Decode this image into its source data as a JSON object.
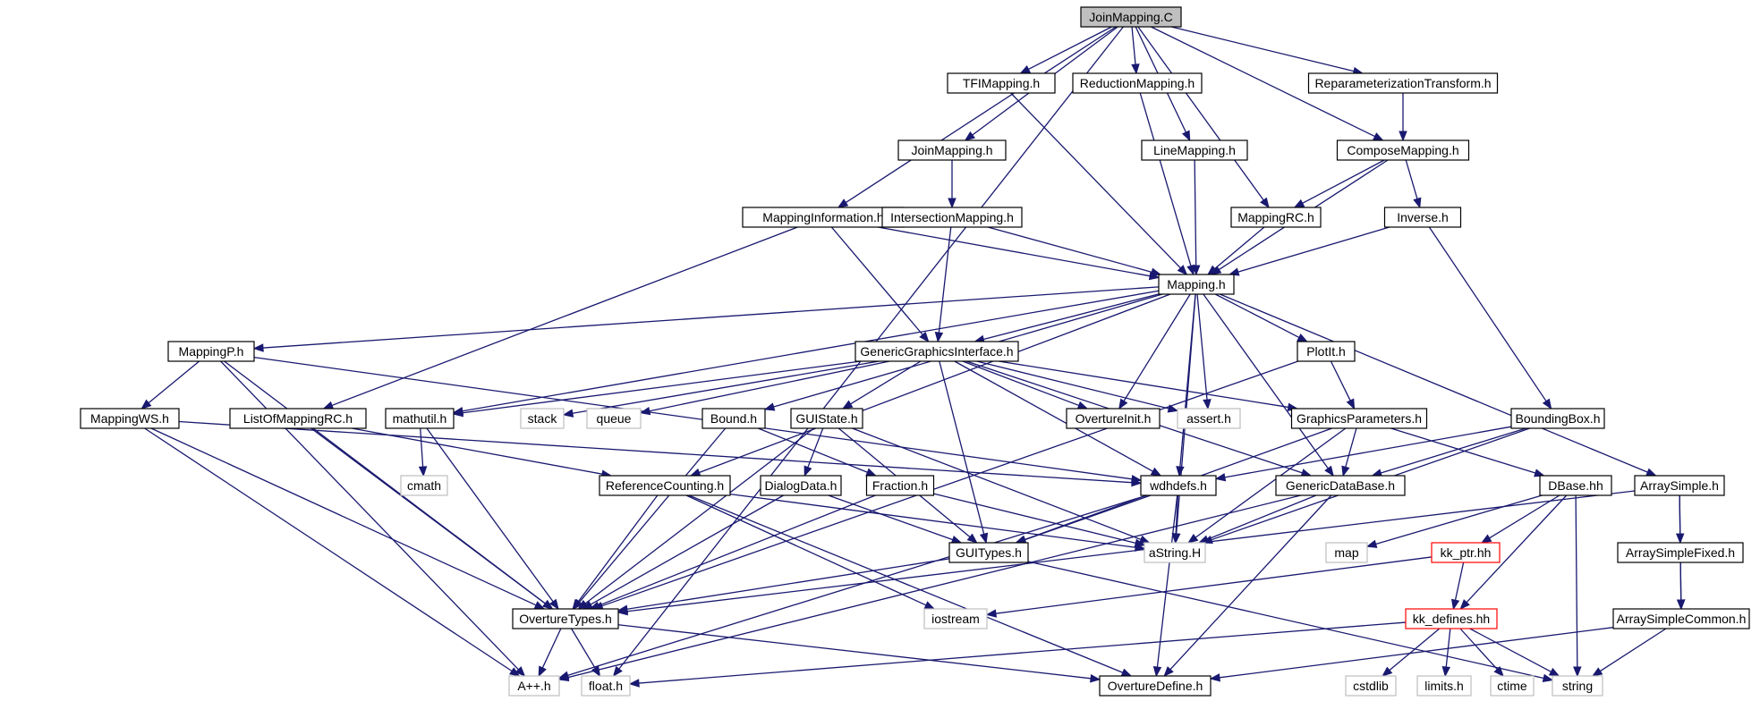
{
  "graph": {
    "colors": {
      "edge": "#191970",
      "node_border": "#000000",
      "external_border": "#bfbfbf",
      "missing_border": "#ff0000",
      "root_fill": "#bfbfbf",
      "node_fill": "#ffffff"
    },
    "nodes": [
      {
        "id": "JoinMapping_C",
        "label": "JoinMapping.C",
        "kind": "root"
      },
      {
        "id": "TFIMapping_h",
        "label": "TFIMapping.h",
        "kind": "normal"
      },
      {
        "id": "ReductionMapping_h",
        "label": "ReductionMapping.h",
        "kind": "normal"
      },
      {
        "id": "ReparameterizationTransform_h",
        "label": "ReparameterizationTransform.h",
        "kind": "normal"
      },
      {
        "id": "JoinMapping_h",
        "label": "JoinMapping.h",
        "kind": "normal"
      },
      {
        "id": "LineMapping_h",
        "label": "LineMapping.h",
        "kind": "normal"
      },
      {
        "id": "ComposeMapping_h",
        "label": "ComposeMapping.h",
        "kind": "normal"
      },
      {
        "id": "MappingInformation_h",
        "label": "MappingInformation.h",
        "kind": "normal"
      },
      {
        "id": "IntersectionMapping_h",
        "label": "IntersectionMapping.h",
        "kind": "normal"
      },
      {
        "id": "MappingRC_h",
        "label": "MappingRC.h",
        "kind": "normal"
      },
      {
        "id": "Inverse_h",
        "label": "Inverse.h",
        "kind": "normal"
      },
      {
        "id": "Mapping_h",
        "label": "Mapping.h",
        "kind": "normal"
      },
      {
        "id": "MappingP_h",
        "label": "MappingP.h",
        "kind": "normal"
      },
      {
        "id": "GenericGraphicsInterface_h",
        "label": "GenericGraphicsInterface.h",
        "kind": "normal"
      },
      {
        "id": "PlotIt_h",
        "label": "PlotIt.h",
        "kind": "normal"
      },
      {
        "id": "MappingWS_h",
        "label": "MappingWS.h",
        "kind": "normal"
      },
      {
        "id": "ListOfMappingRC_h",
        "label": "ListOfMappingRC.h",
        "kind": "normal"
      },
      {
        "id": "mathutil_h",
        "label": "mathutil.h",
        "kind": "normal"
      },
      {
        "id": "stack",
        "label": "stack",
        "kind": "external"
      },
      {
        "id": "queue",
        "label": "queue",
        "kind": "external"
      },
      {
        "id": "Bound_h",
        "label": "Bound.h",
        "kind": "normal"
      },
      {
        "id": "GUIState_h",
        "label": "GUIState.h",
        "kind": "normal"
      },
      {
        "id": "OvertureInit_h",
        "label": "OvertureInit.h",
        "kind": "normal"
      },
      {
        "id": "assert_h",
        "label": "assert.h",
        "kind": "external"
      },
      {
        "id": "GraphicsParameters_h",
        "label": "GraphicsParameters.h",
        "kind": "normal"
      },
      {
        "id": "BoundingBox_h",
        "label": "BoundingBox.h",
        "kind": "normal"
      },
      {
        "id": "cmath",
        "label": "cmath",
        "kind": "external"
      },
      {
        "id": "ReferenceCounting_h",
        "label": "ReferenceCounting.h",
        "kind": "normal"
      },
      {
        "id": "DialogData_h",
        "label": "DialogData.h",
        "kind": "normal"
      },
      {
        "id": "Fraction_h",
        "label": "Fraction.h",
        "kind": "normal"
      },
      {
        "id": "wdhdefs_h",
        "label": "wdhdefs.h",
        "kind": "normal"
      },
      {
        "id": "GenericDataBase_h",
        "label": "GenericDataBase.h",
        "kind": "normal"
      },
      {
        "id": "DBase_hh",
        "label": "DBase.hh",
        "kind": "normal"
      },
      {
        "id": "ArraySimple_h",
        "label": "ArraySimple.h",
        "kind": "normal"
      },
      {
        "id": "GUITypes_h",
        "label": "GUITypes.h",
        "kind": "normal"
      },
      {
        "id": "aString_H",
        "label": "aString.H",
        "kind": "external"
      },
      {
        "id": "map",
        "label": "map",
        "kind": "external"
      },
      {
        "id": "kk_ptr_hh",
        "label": "kk_ptr.hh",
        "kind": "missing"
      },
      {
        "id": "ArraySimpleFixed_h",
        "label": "ArraySimpleFixed.h",
        "kind": "normal"
      },
      {
        "id": "OvertureTypes_h",
        "label": "OvertureTypes.h",
        "kind": "normal"
      },
      {
        "id": "iostream",
        "label": "iostream",
        "kind": "external"
      },
      {
        "id": "kk_defines_hh",
        "label": "kk_defines.hh",
        "kind": "missing"
      },
      {
        "id": "ArraySimpleCommon_h",
        "label": "ArraySimpleCommon.h",
        "kind": "normal"
      },
      {
        "id": "App_h",
        "label": "A++.h",
        "kind": "external"
      },
      {
        "id": "float_h",
        "label": "float.h",
        "kind": "external"
      },
      {
        "id": "OvertureDefine_h",
        "label": "OvertureDefine.h",
        "kind": "normal"
      },
      {
        "id": "cstdlib",
        "label": "cstdlib",
        "kind": "external"
      },
      {
        "id": "limits_h",
        "label": "limits.h",
        "kind": "external"
      },
      {
        "id": "ctime",
        "label": "ctime",
        "kind": "external"
      },
      {
        "id": "string",
        "label": "string",
        "kind": "external"
      }
    ],
    "edges": [
      [
        "JoinMapping_C",
        "TFIMapping_h"
      ],
      [
        "JoinMapping_C",
        "ReductionMapping_h"
      ],
      [
        "JoinMapping_C",
        "ReparameterizationTransform_h"
      ],
      [
        "JoinMapping_C",
        "JoinMapping_h"
      ],
      [
        "JoinMapping_C",
        "LineMapping_h"
      ],
      [
        "JoinMapping_C",
        "ComposeMapping_h"
      ],
      [
        "JoinMapping_C",
        "MappingInformation_h"
      ],
      [
        "JoinMapping_C",
        "MappingRC_h"
      ],
      [
        "JoinMapping_C",
        "float_h"
      ],
      [
        "TFIMapping_h",
        "Mapping_h"
      ],
      [
        "ReductionMapping_h",
        "Mapping_h"
      ],
      [
        "ReparameterizationTransform_h",
        "ComposeMapping_h"
      ],
      [
        "JoinMapping_h",
        "IntersectionMapping_h"
      ],
      [
        "LineMapping_h",
        "Mapping_h"
      ],
      [
        "ComposeMapping_h",
        "MappingRC_h"
      ],
      [
        "ComposeMapping_h",
        "Inverse_h"
      ],
      [
        "ComposeMapping_h",
        "Mapping_h"
      ],
      [
        "MappingInformation_h",
        "Mapping_h"
      ],
      [
        "MappingInformation_h",
        "GenericGraphicsInterface_h"
      ],
      [
        "MappingInformation_h",
        "ListOfMappingRC_h"
      ],
      [
        "IntersectionMapping_h",
        "Mapping_h"
      ],
      [
        "IntersectionMapping_h",
        "GenericGraphicsInterface_h"
      ],
      [
        "MappingRC_h",
        "Mapping_h"
      ],
      [
        "Inverse_h",
        "Mapping_h"
      ],
      [
        "Inverse_h",
        "BoundingBox_h"
      ],
      [
        "Mapping_h",
        "MappingP_h"
      ],
      [
        "Mapping_h",
        "GenericGraphicsInterface_h"
      ],
      [
        "Mapping_h",
        "PlotIt_h"
      ],
      [
        "Mapping_h",
        "mathutil_h"
      ],
      [
        "Mapping_h",
        "Bound_h"
      ],
      [
        "Mapping_h",
        "OvertureInit_h"
      ],
      [
        "Mapping_h",
        "assert_h"
      ],
      [
        "Mapping_h",
        "ReferenceCounting_h"
      ],
      [
        "Mapping_h",
        "wdhdefs_h"
      ],
      [
        "Mapping_h",
        "GenericDataBase_h"
      ],
      [
        "Mapping_h",
        "ArraySimple_h"
      ],
      [
        "Mapping_h",
        "aString_H"
      ],
      [
        "MappingP_h",
        "MappingWS_h"
      ],
      [
        "MappingP_h",
        "OvertureTypes_h"
      ],
      [
        "MappingP_h",
        "wdhdefs_h"
      ],
      [
        "MappingP_h",
        "App_h"
      ],
      [
        "GenericGraphicsInterface_h",
        "mathutil_h"
      ],
      [
        "GenericGraphicsInterface_h",
        "stack"
      ],
      [
        "GenericGraphicsInterface_h",
        "queue"
      ],
      [
        "GenericGraphicsInterface_h",
        "GUIState_h"
      ],
      [
        "GenericGraphicsInterface_h",
        "OvertureInit_h"
      ],
      [
        "GenericGraphicsInterface_h",
        "assert_h"
      ],
      [
        "GenericGraphicsInterface_h",
        "GraphicsParameters_h"
      ],
      [
        "GenericGraphicsInterface_h",
        "GUITypes_h"
      ],
      [
        "GenericGraphicsInterface_h",
        "wdhdefs_h"
      ],
      [
        "GenericGraphicsInterface_h",
        "GenericDataBase_h"
      ],
      [
        "PlotIt_h",
        "GraphicsParameters_h"
      ],
      [
        "PlotIt_h",
        "OvertureTypes_h"
      ],
      [
        "MappingWS_h",
        "wdhdefs_h"
      ],
      [
        "MappingWS_h",
        "OvertureTypes_h"
      ],
      [
        "MappingWS_h",
        "App_h"
      ],
      [
        "ListOfMappingRC_h",
        "ReferenceCounting_h"
      ],
      [
        "ListOfMappingRC_h",
        "OvertureTypes_h"
      ],
      [
        "mathutil_h",
        "cmath"
      ],
      [
        "mathutil_h",
        "OvertureTypes_h"
      ],
      [
        "Bound_h",
        "Fraction_h"
      ],
      [
        "Bound_h",
        "OvertureTypes_h"
      ],
      [
        "GUIState_h",
        "DialogData_h"
      ],
      [
        "GUIState_h",
        "GUITypes_h"
      ],
      [
        "GUIState_h",
        "aString_H"
      ],
      [
        "GUIState_h",
        "OvertureTypes_h"
      ],
      [
        "GraphicsParameters_h",
        "GenericDataBase_h"
      ],
      [
        "GraphicsParameters_h",
        "DBase_hh"
      ],
      [
        "GraphicsParameters_h",
        "aString_H"
      ],
      [
        "GraphicsParameters_h",
        "GUITypes_h"
      ],
      [
        "BoundingBox_h",
        "GenericDataBase_h"
      ],
      [
        "BoundingBox_h",
        "wdhdefs_h"
      ],
      [
        "BoundingBox_h",
        "aString_H"
      ],
      [
        "ReferenceCounting_h",
        "OvertureTypes_h"
      ],
      [
        "ReferenceCounting_h",
        "aString_H"
      ],
      [
        "ReferenceCounting_h",
        "iostream"
      ],
      [
        "ReferenceCounting_h",
        "OvertureDefine_h"
      ],
      [
        "DialogData_h",
        "GUITypes_h"
      ],
      [
        "DialogData_h",
        "OvertureTypes_h"
      ],
      [
        "Fraction_h",
        "OvertureTypes_h"
      ],
      [
        "Fraction_h",
        "aString_H"
      ],
      [
        "wdhdefs_h",
        "GUITypes_h"
      ],
      [
        "wdhdefs_h",
        "aString_H"
      ],
      [
        "wdhdefs_h",
        "OvertureDefine_h"
      ],
      [
        "wdhdefs_h",
        "App_h"
      ],
      [
        "GenericDataBase_h",
        "aString_H"
      ],
      [
        "GenericDataBase_h",
        "OvertureDefine_h"
      ],
      [
        "GenericDataBase_h",
        "App_h"
      ],
      [
        "DBase_hh",
        "map"
      ],
      [
        "DBase_hh",
        "kk_ptr_hh"
      ],
      [
        "DBase_hh",
        "kk_defines_hh"
      ],
      [
        "DBase_hh",
        "string"
      ],
      [
        "ArraySimple_h",
        "ArraySimpleFixed_h"
      ],
      [
        "ArraySimple_h",
        "ArraySimpleCommon_h"
      ],
      [
        "ArraySimple_h",
        "OvertureTypes_h"
      ],
      [
        "GUITypes_h",
        "OvertureTypes_h"
      ],
      [
        "GUITypes_h",
        "string"
      ],
      [
        "kk_ptr_hh",
        "kk_defines_hh"
      ],
      [
        "kk_ptr_hh",
        "iostream"
      ],
      [
        "ArraySimpleFixed_h",
        "ArraySimpleCommon_h"
      ],
      [
        "OvertureTypes_h",
        "App_h"
      ],
      [
        "OvertureTypes_h",
        "float_h"
      ],
      [
        "OvertureTypes_h",
        "OvertureDefine_h"
      ],
      [
        "kk_defines_hh",
        "cstdlib"
      ],
      [
        "kk_defines_hh",
        "limits_h"
      ],
      [
        "kk_defines_hh",
        "ctime"
      ],
      [
        "kk_defines_hh",
        "string"
      ],
      [
        "kk_defines_hh",
        "float_h"
      ],
      [
        "ArraySimpleCommon_h",
        "string"
      ],
      [
        "ArraySimpleCommon_h",
        "OvertureDefine_h"
      ]
    ]
  }
}
